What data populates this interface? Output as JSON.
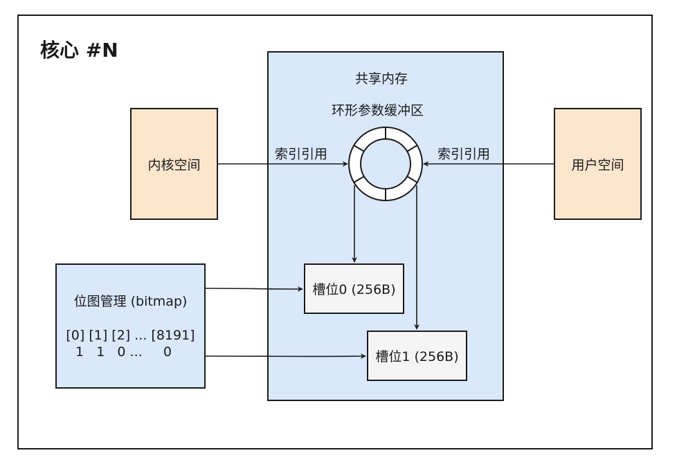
{
  "title": "核心 #N",
  "shared_memory": {
    "title": "共享内存",
    "subtitle": "环形参数缓冲区"
  },
  "kernel_space": {
    "label": "内核空间"
  },
  "user_space": {
    "label": "用户空间"
  },
  "edges": {
    "kernel_ref": "索引引用",
    "user_ref": "索引引用"
  },
  "bitmap": {
    "title": "位图管理 (bitmap)",
    "indices": "[0] [1] [2] ... [8191]",
    "values": "1   1   0 ...     0"
  },
  "slots": [
    {
      "label": "槽位0 (256B)"
    },
    {
      "label": "槽位1 (256B)"
    }
  ],
  "colors": {
    "orange_fill": "#fce6cd",
    "blue_fill": "#dae8fc",
    "gray_fill": "#f5f5f5",
    "stroke": "#1a1a1a"
  }
}
